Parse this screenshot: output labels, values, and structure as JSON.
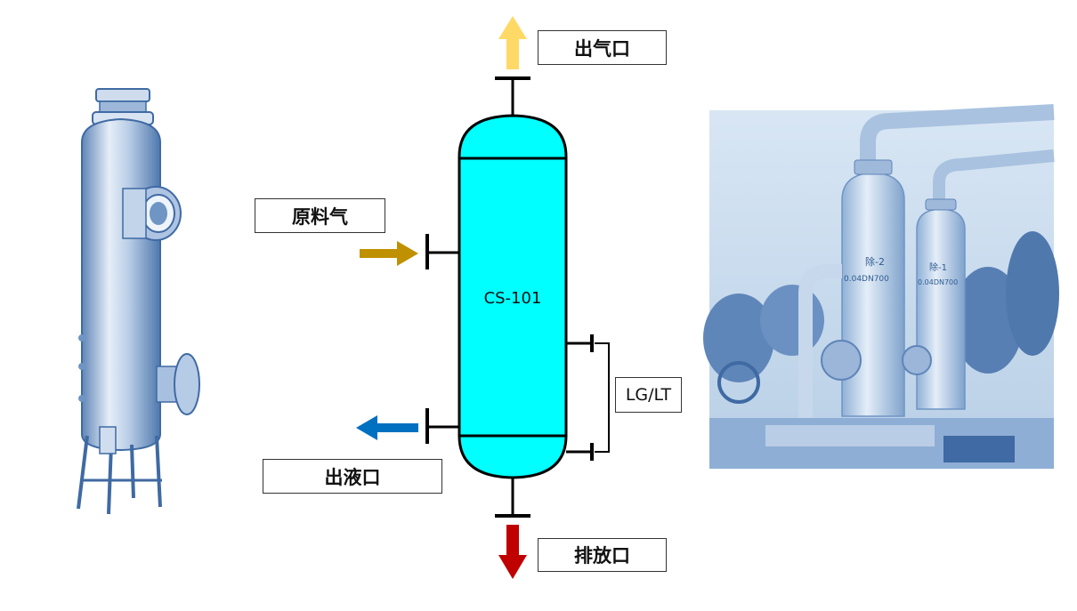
{
  "labels": {
    "gas_outlet": "出气口",
    "feed_gas": "原料气",
    "liquid_outlet": "出液口",
    "drain": "排放口",
    "level_instrument": "LG/LT"
  },
  "vessel": {
    "tag": "CS-101",
    "fill_color": "#00FFFF"
  },
  "colors": {
    "gas_outlet_arrow": "#FFD966",
    "feed_arrow": "#BF9000",
    "liquid_arrow": "#0070C0",
    "drain_arrow": "#C00000",
    "illustration_tone": "#6F95C4"
  },
  "photo_markings": {
    "left_vessel": "除-2",
    "left_vessel_spec": "0.04DN700",
    "right_vessel": "除-1",
    "right_vessel_spec": "0.04DN700"
  }
}
